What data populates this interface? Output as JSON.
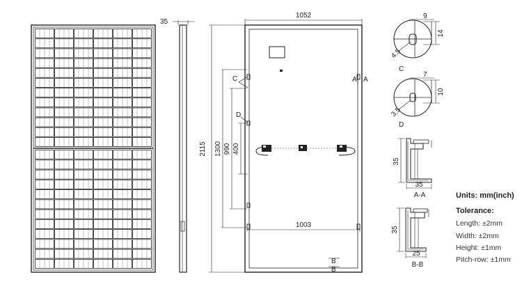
{
  "dimensions": {
    "frame_thickness": "35",
    "module_width": "1052",
    "module_height": "2115",
    "mount_hole_spacing_outer": "1300",
    "mount_hole_spacing_inner": "990",
    "drain_hole_spacing": "400",
    "mount_hole_span": "1003"
  },
  "detail_c": {
    "letter": "C",
    "slot_length": "14",
    "slot_width": "9",
    "radius": "4.5"
  },
  "detail_d": {
    "letter": "D",
    "slot_length": "10",
    "slot_width": "7",
    "radius": "3.5"
  },
  "section_aa": {
    "label": "A-A",
    "height": "35",
    "width": "35",
    "marker": "A"
  },
  "section_bb": {
    "label": "B-B",
    "height": "35",
    "width": "25",
    "marker": "B"
  },
  "units": "Units: mm(inch)",
  "tolerance": {
    "title": "Tolerance:",
    "items": [
      "Length: ±2mm",
      "Width: ±2mm",
      "Height: ±1mm",
      "Pitch-row: ±1mm"
    ]
  }
}
